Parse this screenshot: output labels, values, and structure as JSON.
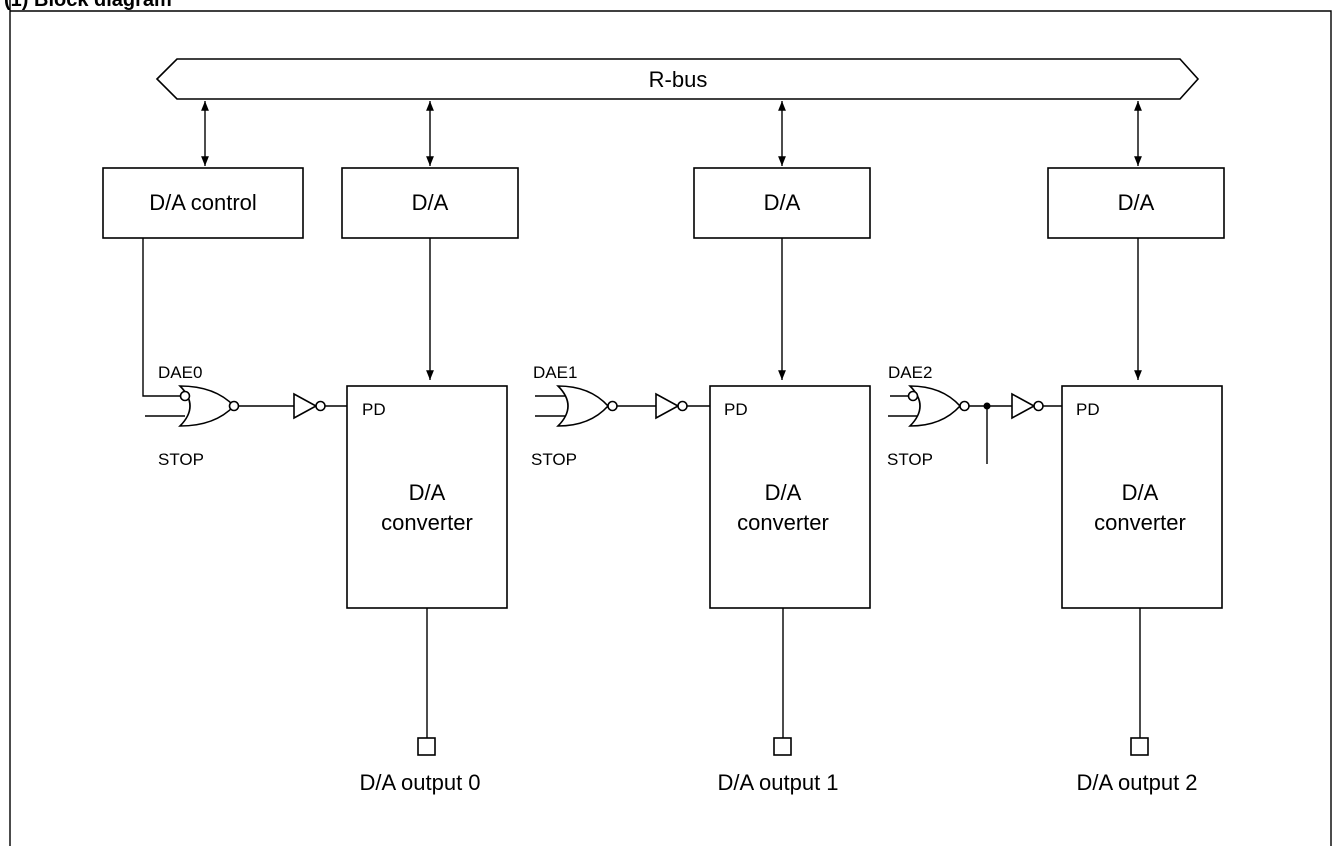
{
  "header": {
    "partial_title": "(1) Block diagram"
  },
  "bus": {
    "label": "R-bus"
  },
  "control_register": {
    "label": "D/A control"
  },
  "channels": [
    {
      "register_label": "D/A",
      "enable_label": "DAE0",
      "stop_label": "STOP",
      "pd_label": "PD",
      "converter_line1": "D/A",
      "converter_line2": "converter",
      "output_label": "D/A output 0"
    },
    {
      "register_label": "D/A",
      "enable_label": "DAE1",
      "stop_label": "STOP",
      "pd_label": "PD",
      "converter_line1": "D/A",
      "converter_line2": "converter",
      "output_label": "D/A output 1"
    },
    {
      "register_label": "D/A",
      "enable_label": "DAE2",
      "stop_label": "STOP",
      "pd_label": "PD",
      "converter_line1": "D/A",
      "converter_line2": "converter",
      "output_label": "D/A output 2"
    }
  ]
}
